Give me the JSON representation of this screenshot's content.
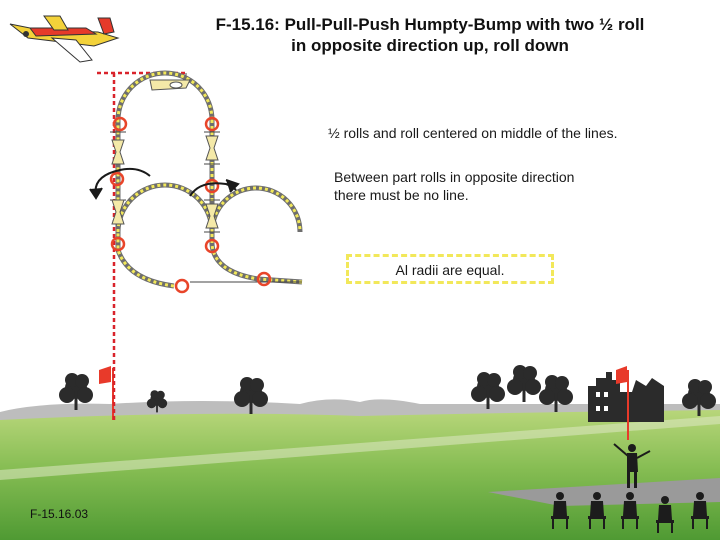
{
  "title_line1": "F-15.16: Pull-Pull-Push Humpty-Bump with two ½ roll",
  "title_line2": "in opposite direction up, roll down",
  "note_rolls_centered": "½ rolls and roll centered on middle of the lines.",
  "note_no_line_line1": "Between part rolls in opposite direction",
  "note_no_line_line2": "there must be no line.",
  "note_radii": "Al radii are equal.",
  "figure_id": "F-15.16.03",
  "colors": {
    "path": "#f2e85a",
    "path_outline": "#6e6e6e",
    "construction_line": "#d9232b",
    "roll_marker": "#e8452a",
    "sky": "#ffffff",
    "grass_far": "#a9cc6a",
    "grass_near": "#5fa63c",
    "hills": "#bdbdbd",
    "runway": "#9a9a9a",
    "flag": "#e83a2a"
  },
  "icons": {
    "aircraft": "aerobatic-plane-icon",
    "roll_direction": "curved-arrow-icon",
    "tree": "tree-icon",
    "castle": "castle-ruin-icon",
    "pilot": "pilot-silhouette-icon",
    "judges": "seated-judges-icon",
    "flag": "flag-icon"
  }
}
